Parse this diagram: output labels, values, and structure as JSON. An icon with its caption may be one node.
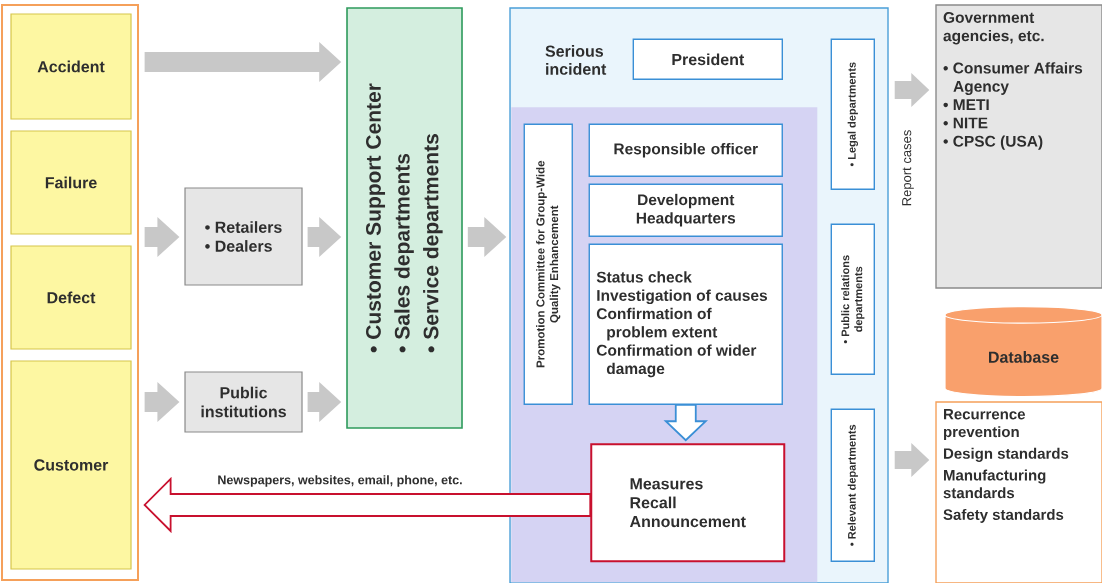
{
  "diagram": {
    "nodes": [
      {
        "text": [],
        "shape": "box"
      },
      {
        "text": [
          "Accident"
        ],
        "in": 0
      },
      {
        "text": [
          "Failure"
        ],
        "in": 0
      },
      {
        "text": [
          "Defect"
        ],
        "in": 0
      },
      {
        "text": [
          "Customer"
        ],
        "in": 0
      },
      {
        "text": [
          "• Retailers",
          "• Dealers"
        ]
      },
      {
        "text": [
          "Public institutions"
        ]
      },
      {
        "text": [
          "• Customer Support Center",
          "• Sales departments",
          "• Service departments"
        ]
      },
      {
        "text": [],
        "shape": "box"
      },
      {
        "text": [
          "President"
        ],
        "beside": [
          "Serious incident"
        ],
        "in": 8
      },
      {
        "text": [],
        "shape": "box",
        "in": 8
      },
      {
        "text": [
          "Promotion Committee for Group-Wide Quality Enhancement"
        ],
        "in": 10
      },
      {
        "text": [
          "Responsible officer"
        ],
        "in": 10
      },
      {
        "text": [
          "Development Headquarters"
        ],
        "in": 10
      },
      {
        "text": [
          "Status check",
          "Investigation of causes",
          "Confirmation of problem extent",
          "Confirmation of wider damage"
        ],
        "in": 10
      },
      {
        "text": [
          "Measures",
          "Recall",
          "Announcement"
        ],
        "in": 10
      },
      {
        "text": [
          "• Legal departments"
        ],
        "in": 8
      },
      {
        "text": [
          "• Public relations departments"
        ],
        "in": 8
      },
      {
        "text": [
          "• Relevant departments"
        ],
        "in": 8
      },
      {
        "text": [
          "Government agencies, etc.",
          "• Consumer Affairs Agency",
          "• METI",
          "• NITE",
          "• CPSC (USA)"
        ]
      },
      {
        "text": [
          "Database"
        ]
      },
      {
        "text": [
          "Recurrence prevention",
          "Design standards",
          "Manufacturing standards",
          "Safety standards"
        ]
      }
    ],
    "edges": [
      {
        "from": 1,
        "to": 7,
        "arrow": "to"
      },
      {
        "from": 2,
        "to": 5,
        "arrow": "to"
      },
      {
        "from": 5,
        "to": 7,
        "arrow": "to"
      },
      {
        "from": 4,
        "to": 6,
        "arrow": "to"
      },
      {
        "from": 6,
        "to": 7,
        "arrow": "to"
      },
      {
        "from": 7,
        "to": 8,
        "arrow": "to"
      },
      {
        "from": 14,
        "to": 15,
        "arrow": "to",
        "color": "#3a8fd6"
      },
      {
        "from": 15,
        "to": 4,
        "arrow": "to",
        "color": "#c8102e",
        "label": "Newspapers, websites, email, phone, etc."
      },
      {
        "from": 8,
        "to": 19,
        "arrow": "to",
        "label": "Report cases"
      },
      {
        "from": 8,
        "to": 21,
        "arrow": "to"
      }
    ]
  }
}
